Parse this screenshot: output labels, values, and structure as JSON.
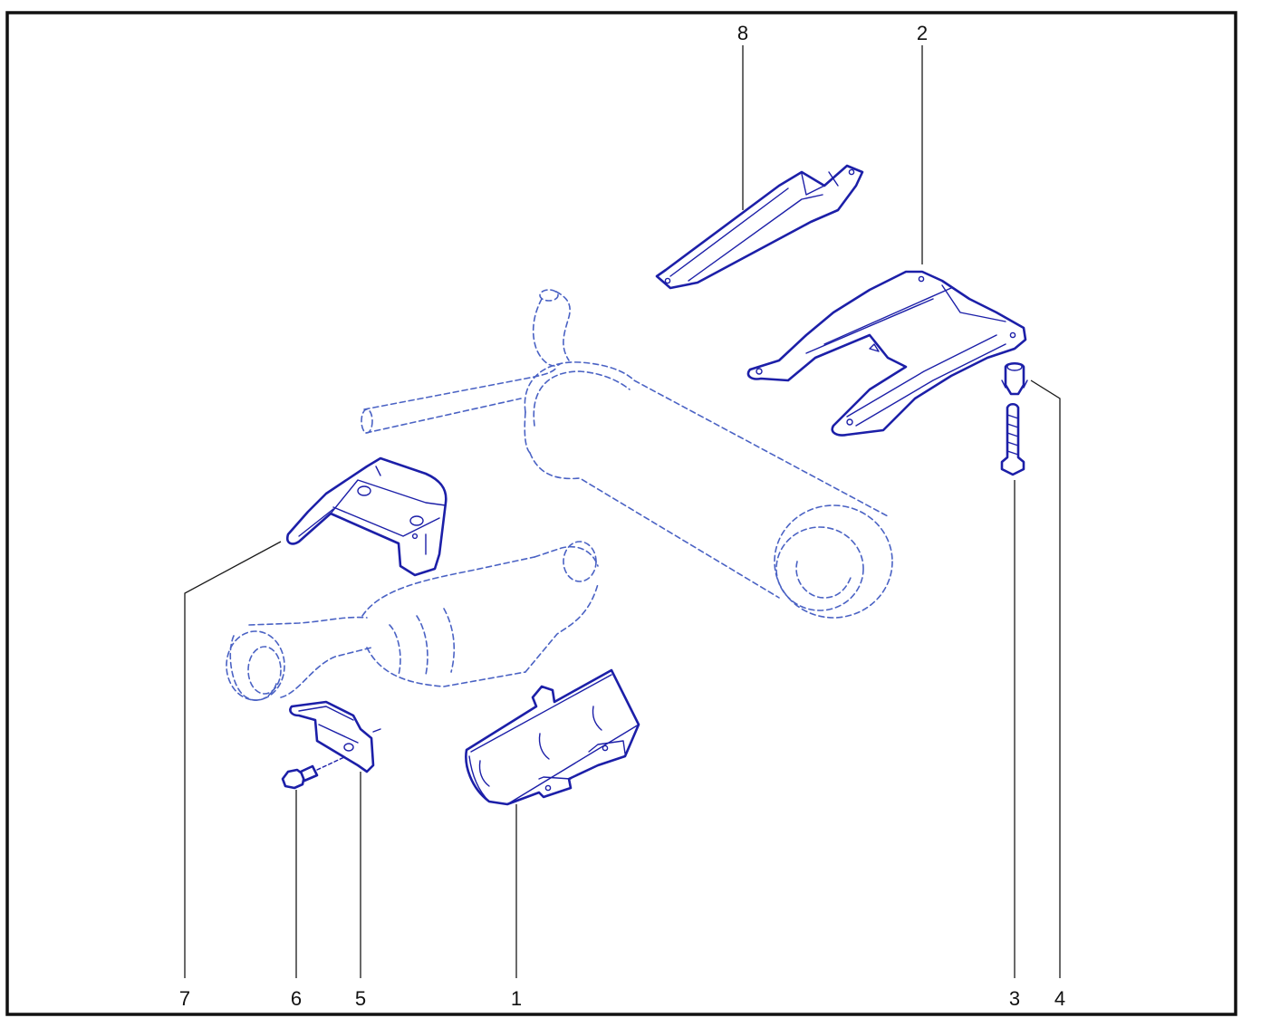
{
  "colors": {
    "part_outline": "#1c1fa8",
    "ghost_outline": "#4a62c4",
    "frame": "#111111",
    "background": "#ffffff"
  },
  "callouts": [
    {
      "id": "1",
      "label": "1",
      "part": "heat-shield-catalytic-converter"
    },
    {
      "id": "2",
      "label": "2",
      "part": "heat-shield-floor-panel"
    },
    {
      "id": "3",
      "label": "3",
      "part": "mounting-bolt"
    },
    {
      "id": "4",
      "label": "4",
      "part": "clip-fastener"
    },
    {
      "id": "5",
      "label": "5",
      "part": "small-mounting-bracket"
    },
    {
      "id": "6",
      "label": "6",
      "part": "flange-screw"
    },
    {
      "id": "7",
      "label": "7",
      "part": "bent-support-bracket"
    },
    {
      "id": "8",
      "label": "8",
      "part": "longitudinal-support-rail"
    }
  ]
}
